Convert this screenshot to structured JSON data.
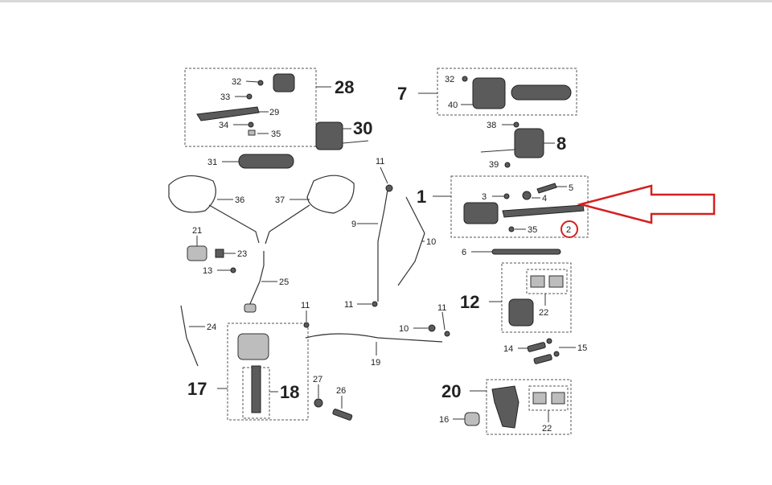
{
  "labels": {
    "l1": "1",
    "l2": "2",
    "l3": "3",
    "l4": "4",
    "l5": "5",
    "l6": "6",
    "l7": "7",
    "l8": "8",
    "l9": "9",
    "l10a": "10",
    "l10b": "10",
    "l11a": "11",
    "l11b": "11",
    "l11c": "11",
    "l11d": "11",
    "l12": "12",
    "l13": "13",
    "l14": "14",
    "l15": "15",
    "l16": "16",
    "l17": "17",
    "l18": "18",
    "l19": "19",
    "l20": "20",
    "l21": "21",
    "l22a": "22",
    "l22b": "22",
    "l23": "23",
    "l24": "24",
    "l25": "25",
    "l26": "26",
    "l27": "27",
    "l28": "28",
    "l29": "29",
    "l30": "30",
    "l31": "31",
    "l32a": "32",
    "l32b": "32",
    "l33": "33",
    "l34": "34",
    "l35a": "35",
    "l35b": "35",
    "l36": "36",
    "l37": "37",
    "l38": "38",
    "l39": "39",
    "l40": "40"
  },
  "colors": {
    "highlight": "#d42020",
    "ink": "#333333"
  }
}
